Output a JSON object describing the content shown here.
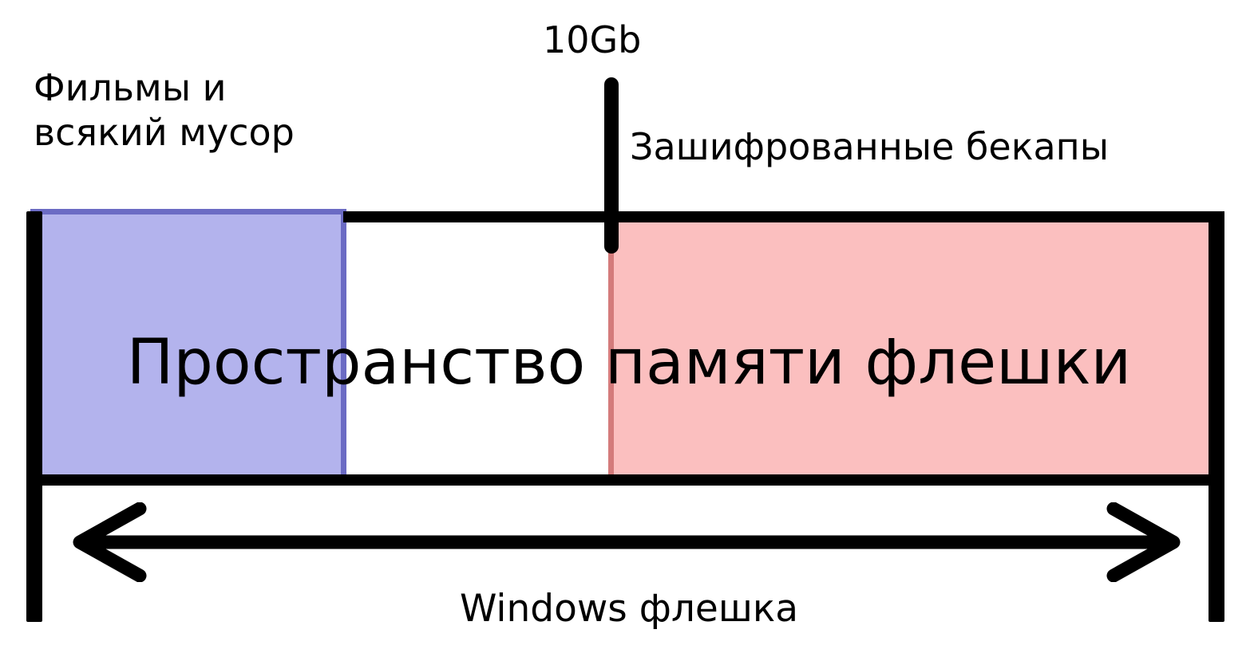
{
  "diagram": {
    "title_center": "Пространство памяти флешки",
    "caption_bottom": "Windows флешка",
    "tick_label": "10Gb",
    "label_left_line1": "Фильмы и",
    "label_left_line2": "всякий мусор",
    "label_right": "Зашифрованные бекапы",
    "segments": [
      {
        "id": "movies-junk",
        "label": "Фильмы и всякий мусор",
        "fill": "#b3b3ed",
        "stroke": "#6b6bc4"
      },
      {
        "id": "free-space",
        "label": "",
        "fill": "#ffffff",
        "stroke": "#000000"
      },
      {
        "id": "encrypted-backups",
        "label": "Зашифрованные бекапы",
        "fill": "#fbbfbf",
        "stroke": "#d47b7b"
      }
    ],
    "boundary_marker": {
      "value": "10Gb",
      "color": "#000000"
    },
    "span_arrow": {
      "caption": "Windows флешка",
      "color": "#000000",
      "double_headed": true
    },
    "colors": {
      "ink": "#000000",
      "background": "#ffffff",
      "blue_fill": "#b3b3ed",
      "blue_stroke": "#6b6bc4",
      "pink_fill": "#fbbfbf",
      "pink_stroke": "#d47b7b"
    }
  }
}
